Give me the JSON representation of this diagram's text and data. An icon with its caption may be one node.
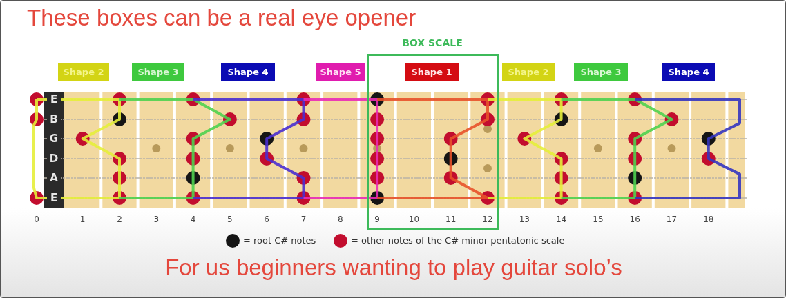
{
  "diagram": {
    "title": "These boxes can be a real eye opener",
    "caption": "For us beginners wanting to play guitar solo’s",
    "nodes": [
      {
        "text": [
          "Shape 2"
        ]
      },
      {
        "text": [
          "Shape 3"
        ]
      },
      {
        "text": [
          "Shape 4"
        ]
      },
      {
        "text": [
          "Shape 5"
        ]
      },
      {
        "text": [
          "BOX SCALE"
        ]
      },
      {
        "text": [
          "Shape 1"
        ],
        "in": 4
      },
      {
        "text": [
          "Shape 2"
        ]
      },
      {
        "text": [
          "Shape 3"
        ]
      },
      {
        "text": [
          "Shape 4"
        ]
      }
    ],
    "labels": [
      "E",
      "B",
      "G",
      "D",
      "A",
      "E",
      "0",
      "1",
      "2",
      "3",
      "4",
      "5",
      "6",
      "7",
      "8",
      "9",
      "10",
      "11",
      "12",
      "13",
      "14",
      "15",
      "16",
      "17",
      "18"
    ],
    "legend": [
      {
        "text": "= root C# notes",
        "color": "#151515"
      },
      {
        "text": "= other notes of the C# minor pentatonic scale",
        "color": "#c20d2e"
      }
    ]
  }
}
